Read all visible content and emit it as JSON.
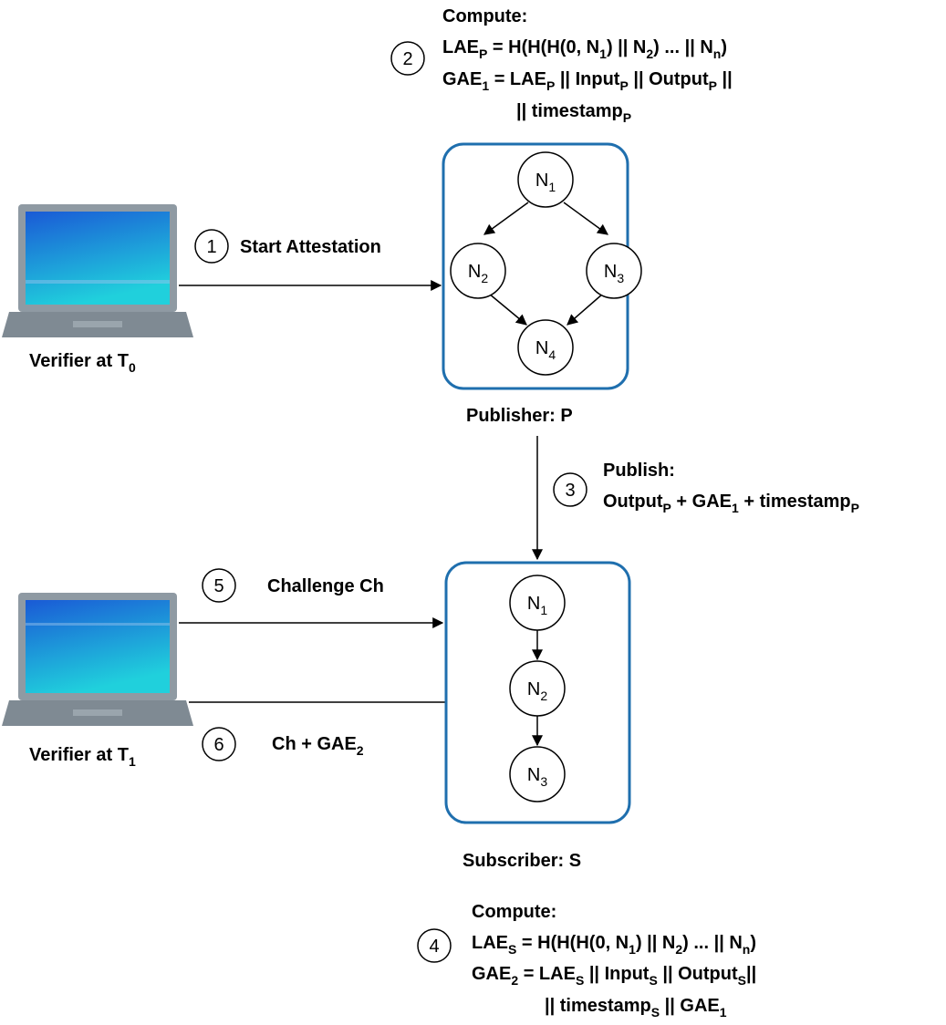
{
  "compute_publisher": {
    "heading": "Compute:",
    "lae_left": "LAE",
    "lae_left_sub": "P",
    "lae_r1": " = H(H(H(0, N",
    "lae_r1_sub": "1",
    "lae_r2": ") || N",
    "lae_r2_sub": "2",
    "lae_r3": ") ... || N",
    "lae_r3_sub": "n",
    "lae_r4": ")",
    "gae_left": "GAE",
    "gae_left_sub": "1",
    "gae_r1": " = LAE",
    "gae_r1_sub": "P",
    "gae_r2": " || Input",
    "gae_r2_sub": "P",
    "gae_r3": " || Output",
    "gae_r3_sub": "P",
    "gae_r4": " ||",
    "ts_pre": "|| timestamp",
    "ts_sub": "P"
  },
  "compute_subscriber": {
    "heading": "Compute:",
    "lae_left": "LAE",
    "lae_left_sub": "S",
    "lae_r1": " = H(H(H(0, N",
    "lae_r1_sub": "1",
    "lae_r2": ") || N",
    "lae_r2_sub": "2",
    "lae_r3": ") ... || N",
    "lae_r3_sub": "n",
    "lae_r4": ")",
    "gae_left": "GAE",
    "gae_left_sub": "2",
    "gae_r1": " = LAE",
    "gae_r1_sub": "S",
    "gae_r2": " || Input",
    "gae_r2_sub": "S",
    "gae_r3": " || Output",
    "gae_r3_sub": "S",
    "gae_r4": "||",
    "ts_pre": "|| timestamp",
    "ts_sub": "S",
    "ts_mid": " || GAE",
    "ts_mid_sub": "1"
  },
  "steps": {
    "s1": "1",
    "s2": "2",
    "s3": "3",
    "s4": "4",
    "s5": "5",
    "s6": "6"
  },
  "labels": {
    "start_attestation": "Start Attestation",
    "publisher_label": "Publisher: P",
    "subscriber_label": "Subscriber: S",
    "publish_heading": "Publish:",
    "publish_a": "Output",
    "publish_a_sub": "P",
    "publish_b": " + GAE",
    "publish_b_sub": "1",
    "publish_c": " + timestamp",
    "publish_c_sub": "P",
    "challenge": "Challenge Ch",
    "response_pre": "Ch + GAE",
    "response_sub": "2",
    "verifier0": "Verifier at T",
    "verifier0_sub": "0",
    "verifier1": "Verifier at T",
    "verifier1_sub": "1"
  },
  "publisher_nodes": {
    "n1": "N",
    "n1_sub": "1",
    "n2": "N",
    "n2_sub": "2",
    "n3": "N",
    "n3_sub": "3",
    "n4": "N",
    "n4_sub": "4"
  },
  "subscriber_nodes": {
    "n1": "N",
    "n1_sub": "1",
    "n2": "N",
    "n2_sub": "2",
    "n3": "N",
    "n3_sub": "3"
  },
  "colors": {
    "box_border": "#1f6fae",
    "laptop_frame": "#8f9aa3",
    "screen_top": "#1a5ad6",
    "screen_bottom": "#20d0dc"
  }
}
